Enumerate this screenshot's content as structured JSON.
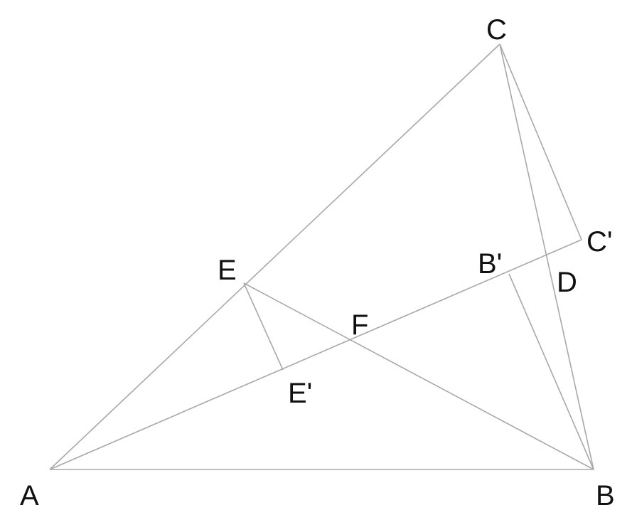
{
  "diagram": {
    "labels": {
      "A": "A",
      "B": "B",
      "C": "C",
      "Cp": "C'",
      "D": "D",
      "E": "E",
      "Ep": "E'",
      "F": "F",
      "Bp": "B'"
    },
    "segments": [
      [
        "A",
        "B"
      ],
      [
        "A",
        "C"
      ],
      [
        "C",
        "B"
      ],
      [
        "C",
        "Cp"
      ],
      [
        "A",
        "Cp"
      ],
      [
        "E",
        "B"
      ],
      [
        "E",
        "Ep"
      ],
      [
        "Bp",
        "B"
      ]
    ],
    "line_color": "#a8a8a8"
  }
}
